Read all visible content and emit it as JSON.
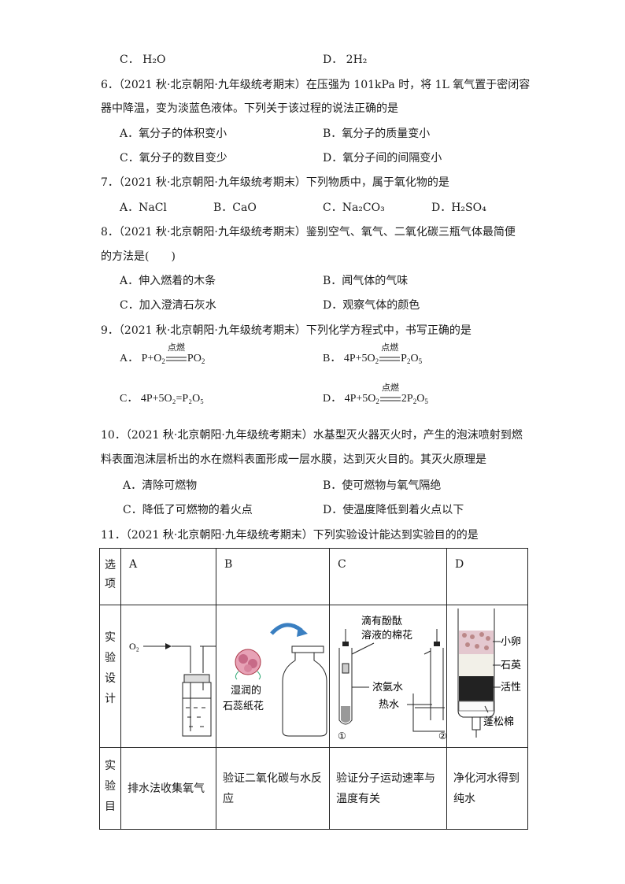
{
  "q5": {
    "c": "C． H₂O",
    "d": "D． 2H₂"
  },
  "q6": {
    "line1": "6．（2021 秋·北京朝阳·九年级统考期末）在压强为 101kPa 时，将 1L 氧气置于密闭容",
    "line2": "器中降温，变为淡蓝色液体。下列关于该过程的说法正确的是",
    "a": "A．氧分子的体积变小",
    "b": "B．氧分子的质量变小",
    "c": "C．氧分子的数目变少",
    "d": "D．氧分子间的间隔变小"
  },
  "q7": {
    "line1": "7．（2021 秋·北京朝阳·九年级统考期末）下列物质中，属于氧化物的是",
    "a": "A．NaCl",
    "b": "B．CaO",
    "c": "C．Na₂CO₃",
    "d": "D．H₂SO₄"
  },
  "q8": {
    "line1": "8．（2021 秋·北京朝阳·九年级统考期末）鉴别空气、氧气、二氧化碳三瓶气体最简便",
    "line2": "的方法是(　　)",
    "a": "A．伸入燃着的木条",
    "b": "B．闻气体的气味",
    "c": "C．加入澄清石灰水",
    "d": "D．观察气体的颜色"
  },
  "q9": {
    "line1": "9．（2021 秋·北京朝阳·九年级统考期末）下列化学方程式中，书写正确的是",
    "a_prefix": "A． P+O",
    "a_sub1": "2",
    "a_cond": "点燃",
    "a_suffix": "PO",
    "a_sub2": "2",
    "b_prefix": "B． 4P+5O",
    "b_sub1": "2",
    "b_cond": "点燃",
    "b_suffix": "P",
    "b_sub2": "2",
    "b_mid": "O",
    "b_sub3": "5",
    "c_text": "C． 4P+5O₂=P₂O₅",
    "d_prefix": "D． 4P+5O",
    "d_sub1": "2",
    "d_cond": "点燃",
    "d_suffix": "2P",
    "d_sub2": "2",
    "d_mid": "O",
    "d_sub3": "5"
  },
  "q10": {
    "line1": "10．（2021 秋·北京朝阳·九年级统考期末）水基型灭火器灭火时，产生的泡沫喷射到燃",
    "line2": "料表面泡沫层析出的水在燃料表面形成一层水膜，达到灭火目的。其灭火原理是",
    "a": "A．清除可燃物",
    "b": "B．使可燃物与氧气隔绝",
    "c": "C．降低了可燃物的着火点",
    "d": "D．使温度降低到着火点以下"
  },
  "q11": {
    "line1": "11．（2021 秋·北京朝阳·九年级统考期末）下列实验设计能达到实验目的的是",
    "table": {
      "header_label": [
        "选",
        "项"
      ],
      "options": [
        "A",
        "B",
        "C",
        "D"
      ],
      "design_label": [
        "实",
        "验",
        "设",
        "计"
      ],
      "goal_label": [
        "实",
        "验",
        "目"
      ],
      "goals": [
        "排水法收集氧气",
        "验证二氧化碳与水反应",
        "验证分子运动速率与温度有关",
        "净化河水得到纯水"
      ],
      "a_gas": "O₂",
      "b_labels": [
        "湿润的",
        "石蕊纸花"
      ],
      "c_labels": [
        "滴有酚酞",
        "溶液的棉花",
        "浓氨水",
        "热水",
        "①",
        "②"
      ],
      "d_labels": [
        "小卵",
        "石英",
        "活性",
        "蓬松棉"
      ]
    }
  }
}
